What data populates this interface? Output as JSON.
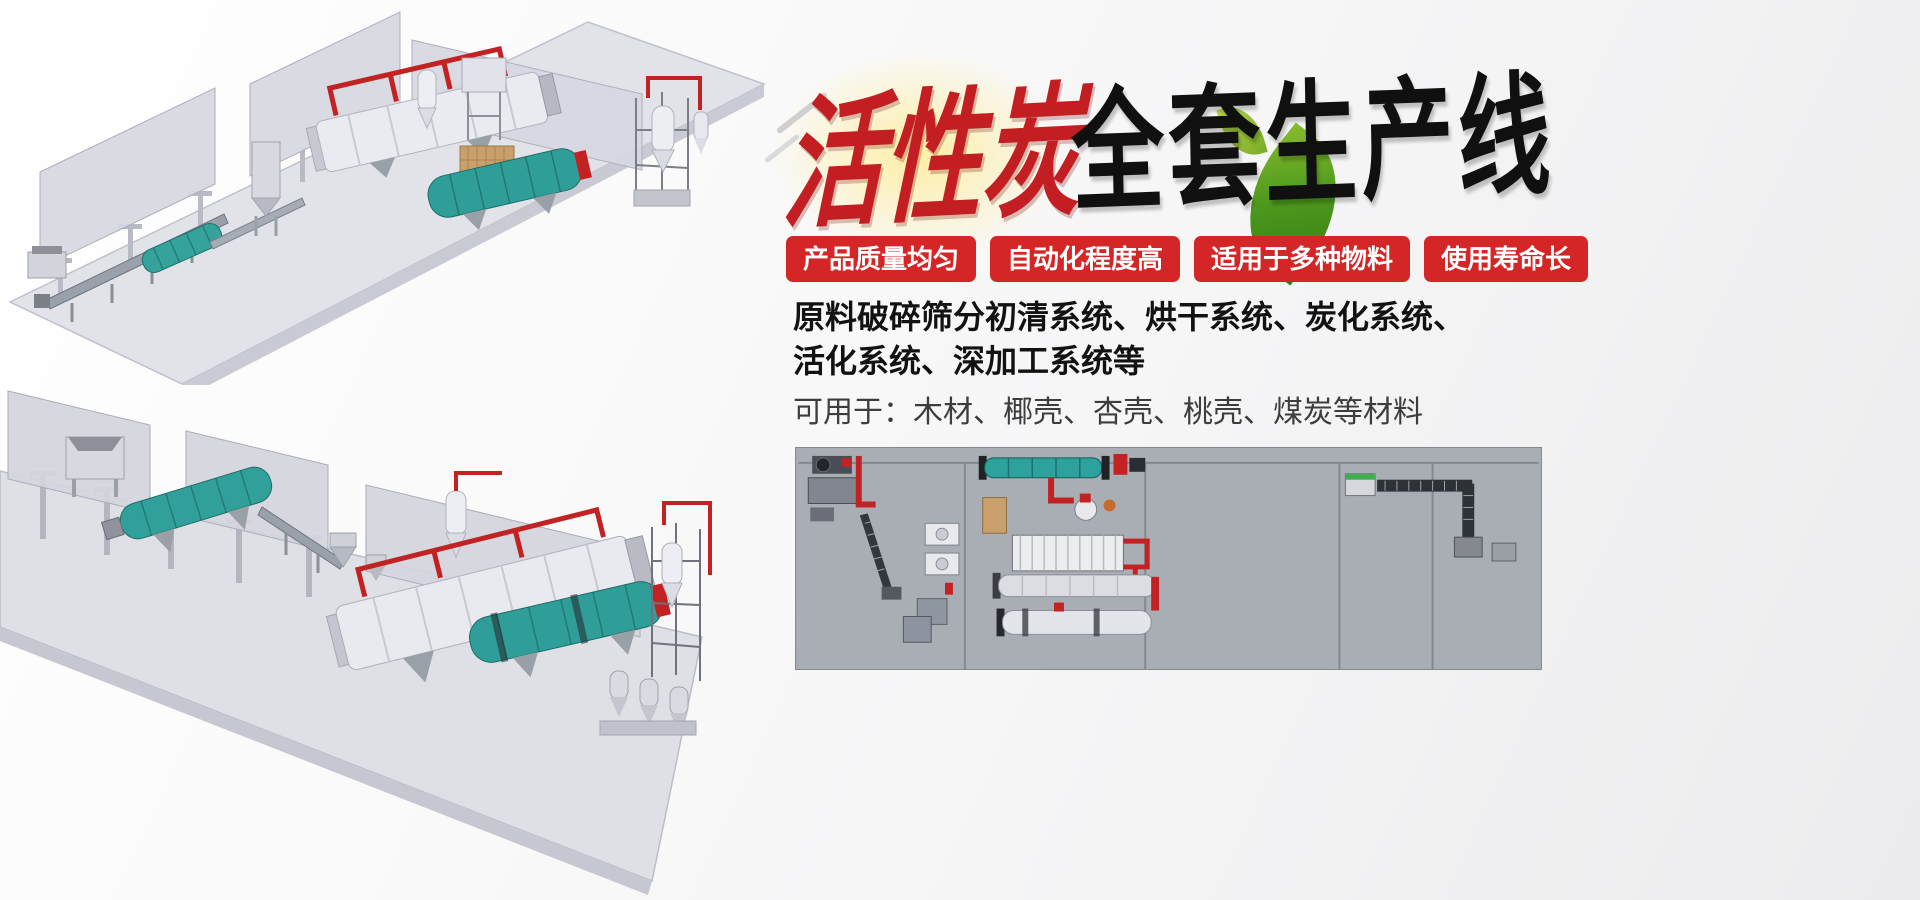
{
  "hero": {
    "title_red": "活性炭",
    "title_black": "全套生产线",
    "badges": [
      "产品质量均匀",
      "自动化程度高",
      "适用于多种物料",
      "使用寿命长"
    ],
    "description": {
      "line1": "原料破碎筛分初清系统、烘干系统、炭化系统、",
      "line2": "活化系统、深加工系统等",
      "line3": "可用于：木材、椰壳、杏壳、桃壳、煤炭等材料"
    }
  },
  "colors": {
    "badge_red": "#d42627",
    "title_red": "#c31f23",
    "title_black": "#101010",
    "leaf_green": "#4f9a1e",
    "pipe_red": "#c32222",
    "drum_teal": "#2f9e98",
    "diagram_panel_gray": "#a9adb4"
  },
  "illustrations": {
    "top_render": "production-line-3d-render-top",
    "bottom_render": "production-line-3d-render-bottom",
    "layout_diagram": "plant-layout-top-view-diagram"
  }
}
